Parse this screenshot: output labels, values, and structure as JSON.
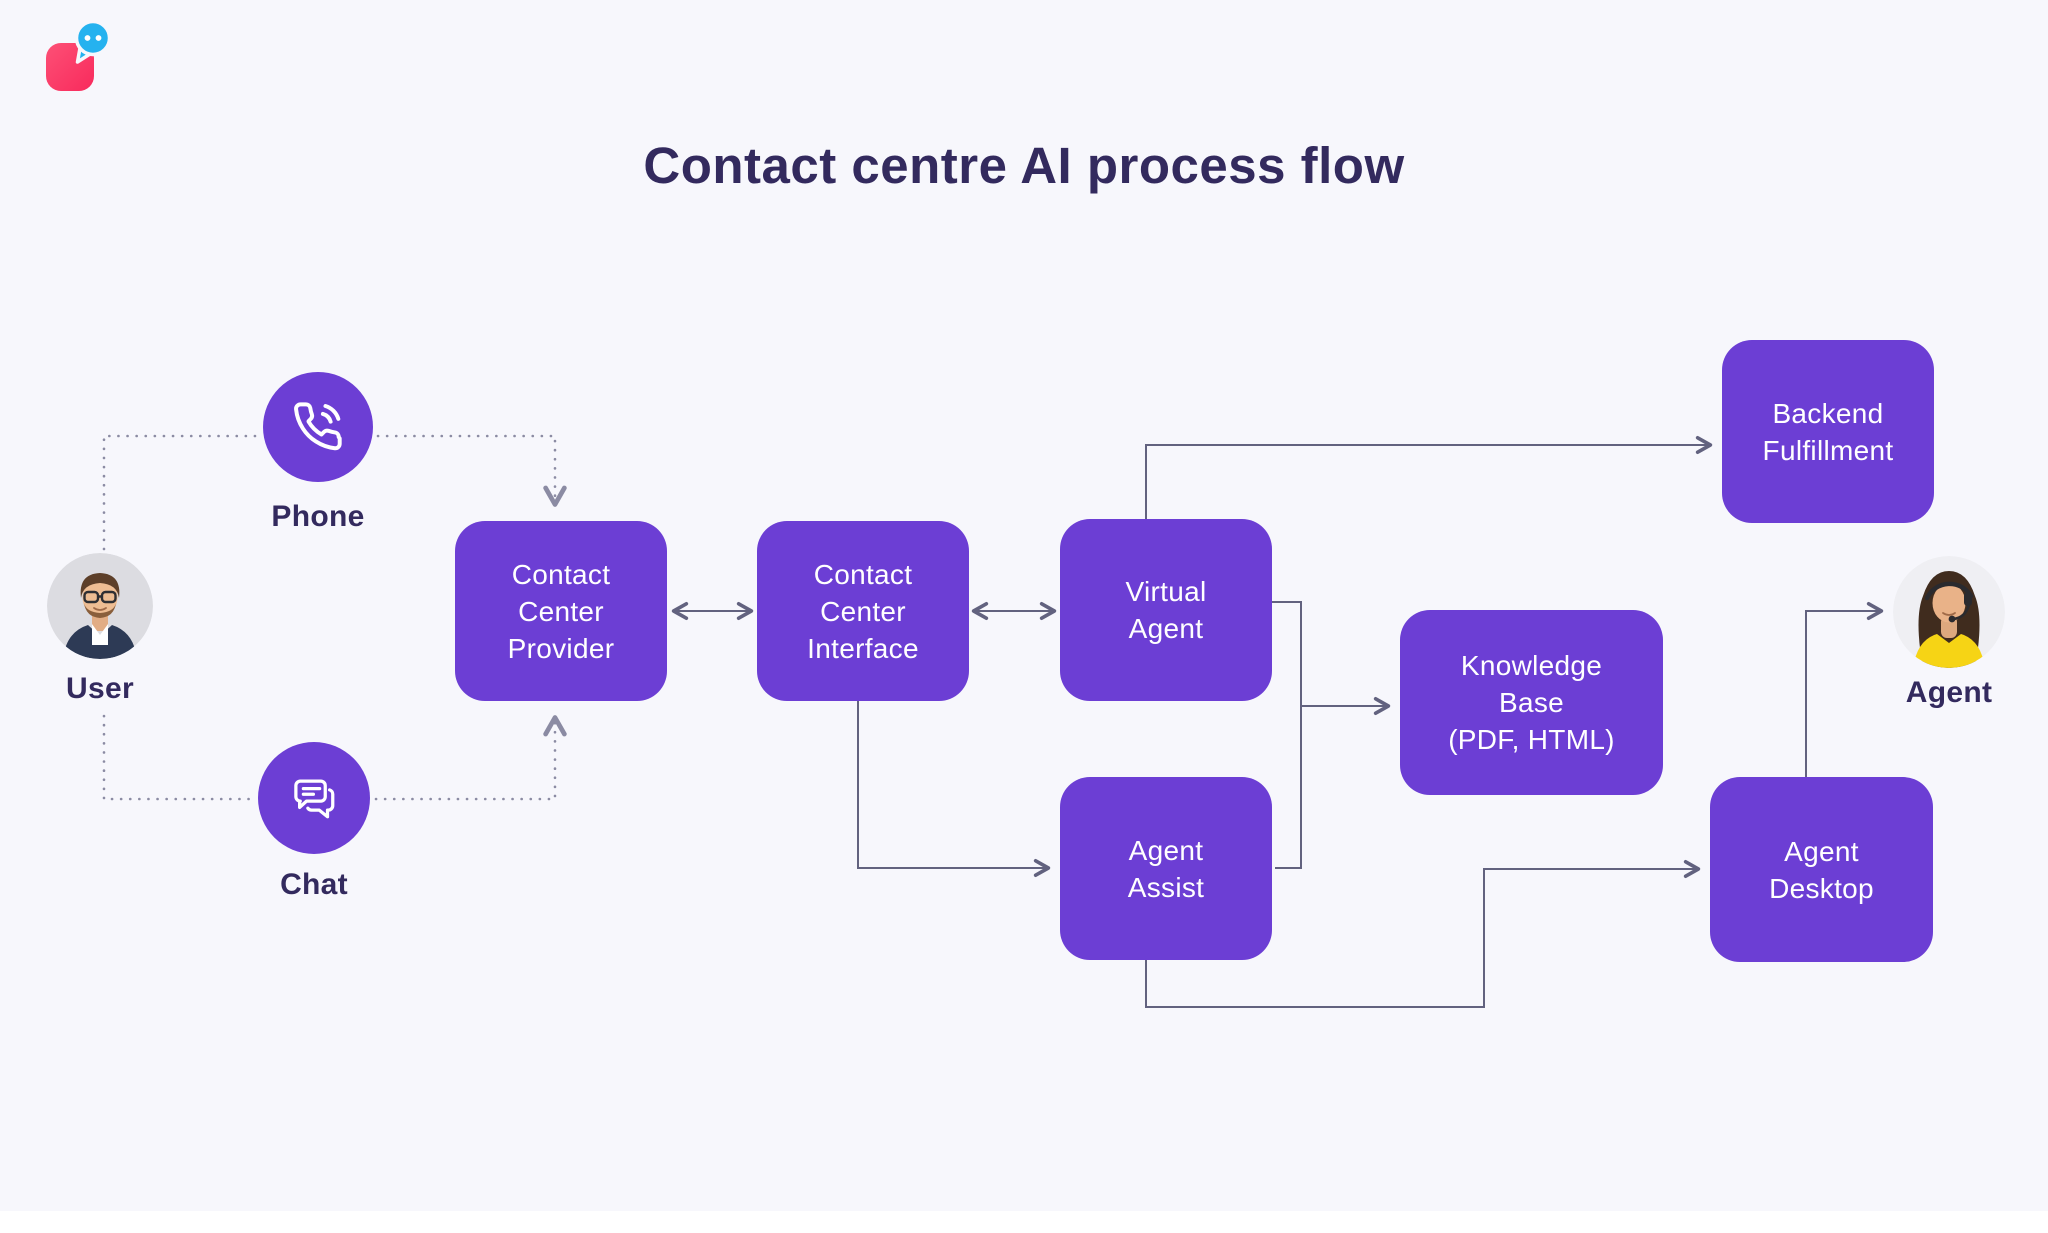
{
  "page": {
    "title": "Contact centre AI process flow",
    "background_color": "#f7f7fc",
    "title_color": "#332a5e"
  },
  "brand": {
    "logo": "chatbot-logo",
    "square_color": "#fb3766",
    "bubble_color": "#25b2ef"
  },
  "palette": {
    "node_fill": "#6c3ed4",
    "node_text": "#ffffff",
    "connector": "#62627f",
    "dotted_connector": "#8b8ba3",
    "label_text": "#332a5e"
  },
  "actors": {
    "user": {
      "label": "User"
    },
    "agent": {
      "label": "Agent"
    }
  },
  "channels": {
    "phone": {
      "label": "Phone",
      "icon": "phone-icon"
    },
    "chat": {
      "label": "Chat",
      "icon": "chat-bubbles-icon"
    }
  },
  "nodes": {
    "provider": {
      "label": "Contact\nCenter\nProvider"
    },
    "interface": {
      "label": "Contact\nCenter\nInterface"
    },
    "virtual_agent": {
      "label": "Virtual\nAgent"
    },
    "backend_fulfillment": {
      "label": "Backend\nFulfillment"
    },
    "knowledge_base": {
      "label": "Knowledge\nBase\n(PDF, HTML)"
    },
    "agent_assist": {
      "label": "Agent\nAssist"
    },
    "agent_desktop": {
      "label": "Agent\nDesktop"
    }
  },
  "edges": [
    {
      "from": "user",
      "to": "phone",
      "style": "dotted"
    },
    {
      "from": "user",
      "to": "chat",
      "style": "dotted"
    },
    {
      "from": "phone",
      "to": "provider",
      "style": "dotted-arrow"
    },
    {
      "from": "chat",
      "to": "provider",
      "style": "dotted-arrow"
    },
    {
      "from": "provider",
      "to": "interface",
      "style": "bidirectional-arrow"
    },
    {
      "from": "interface",
      "to": "virtual_agent",
      "style": "bidirectional-arrow"
    },
    {
      "from": "virtual_agent",
      "to": "backend_fulfillment",
      "style": "arrow"
    },
    {
      "from": "virtual_agent",
      "to": "knowledge_base",
      "style": "arrow"
    },
    {
      "from": "virtual_agent",
      "to": "agent_assist",
      "style": "line"
    },
    {
      "from": "interface",
      "to": "agent_assist",
      "style": "arrow"
    },
    {
      "from": "agent_assist",
      "to": "agent_desktop",
      "style": "arrow"
    },
    {
      "from": "agent_desktop",
      "to": "agent",
      "style": "arrow"
    }
  ]
}
